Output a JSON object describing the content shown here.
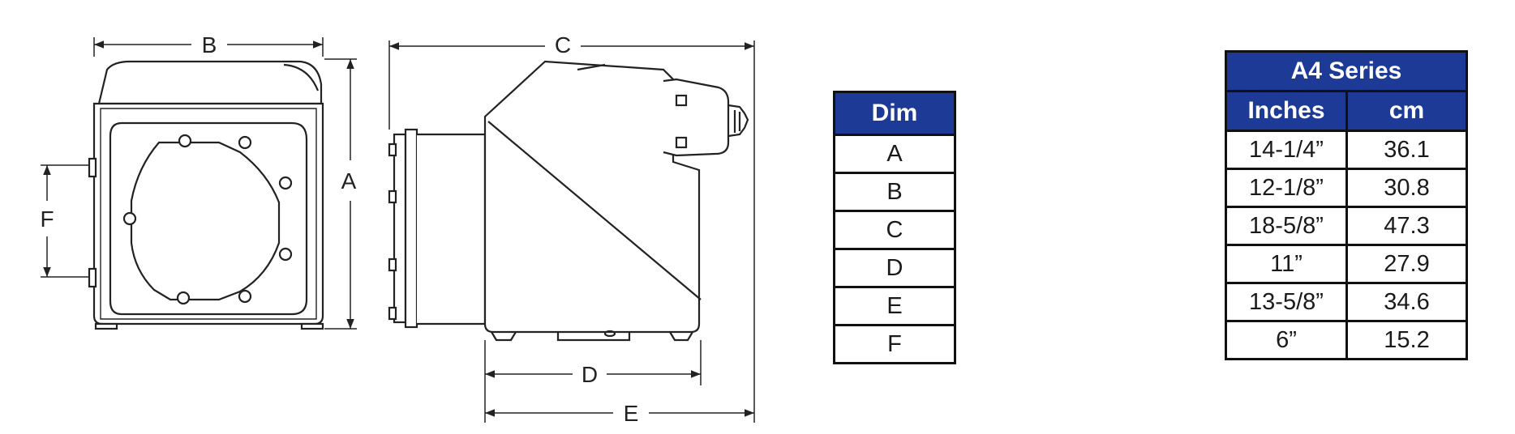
{
  "colors": {
    "header_bg": "#1c3a96",
    "header_text": "#ffffff",
    "line": "#111111"
  },
  "drawing": {
    "labels": {
      "A": "A",
      "B": "B",
      "C": "C",
      "D": "D",
      "E": "E",
      "F": "F"
    }
  },
  "dim_table": {
    "header": "Dim",
    "rows": [
      "A",
      "B",
      "C",
      "D",
      "E",
      "F"
    ]
  },
  "series_table": {
    "title": "A4 Series",
    "col_inches": "Inches",
    "col_cm": "cm",
    "rows": [
      {
        "inches": "14-1/4”",
        "cm": "36.1"
      },
      {
        "inches": "12-1/8”",
        "cm": "30.8"
      },
      {
        "inches": "18-5/8”",
        "cm": "47.3"
      },
      {
        "inches": "11”",
        "cm": "27.9"
      },
      {
        "inches": "13-5/8”",
        "cm": "34.6"
      },
      {
        "inches": "6”",
        "cm": "15.2"
      }
    ]
  }
}
